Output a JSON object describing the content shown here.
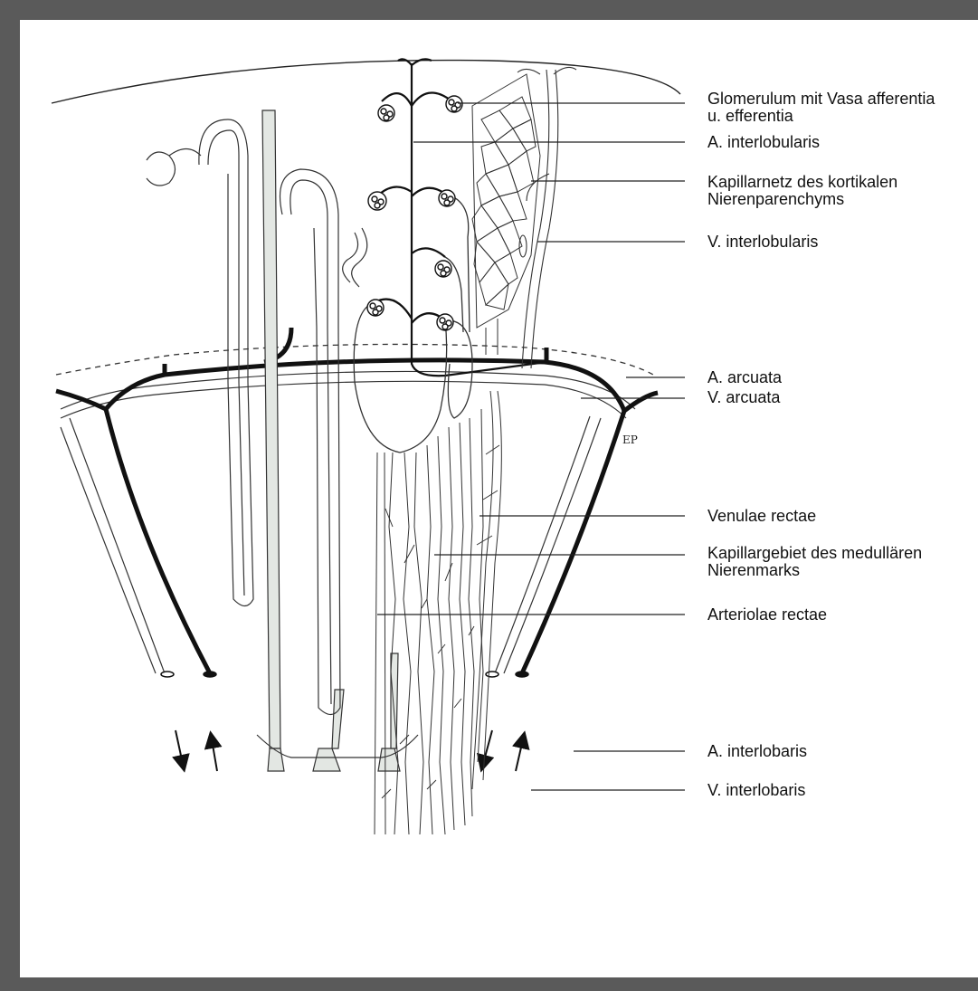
{
  "labels": {
    "glomerulum": [
      "Glomerulum mit Vasa afferentia",
      "u. efferentia"
    ],
    "a_interlobularis": "A. interlobularis",
    "kapillarnetz": [
      "Kapillarnetz des kortikalen",
      "Nierenparenchyms"
    ],
    "v_interlobularis": "V. interlobularis",
    "a_arcuata": "A. arcuata",
    "v_arcuata": "V. arcuata",
    "venulae_rectae": "Venulae rectae",
    "kapillargebiet": [
      "Kapillargebiet des medullären",
      "Nierenmarks"
    ],
    "arteriolae_rectae": "Arteriolae rectae",
    "a_interlobaris": "A. interlobaris",
    "v_interlobaris": "V. interlobaris"
  },
  "signature": "EP",
  "colors": {
    "frame": "#5a5a5a",
    "tubule_fill": "#e3e7e3",
    "artery": "#111111"
  }
}
